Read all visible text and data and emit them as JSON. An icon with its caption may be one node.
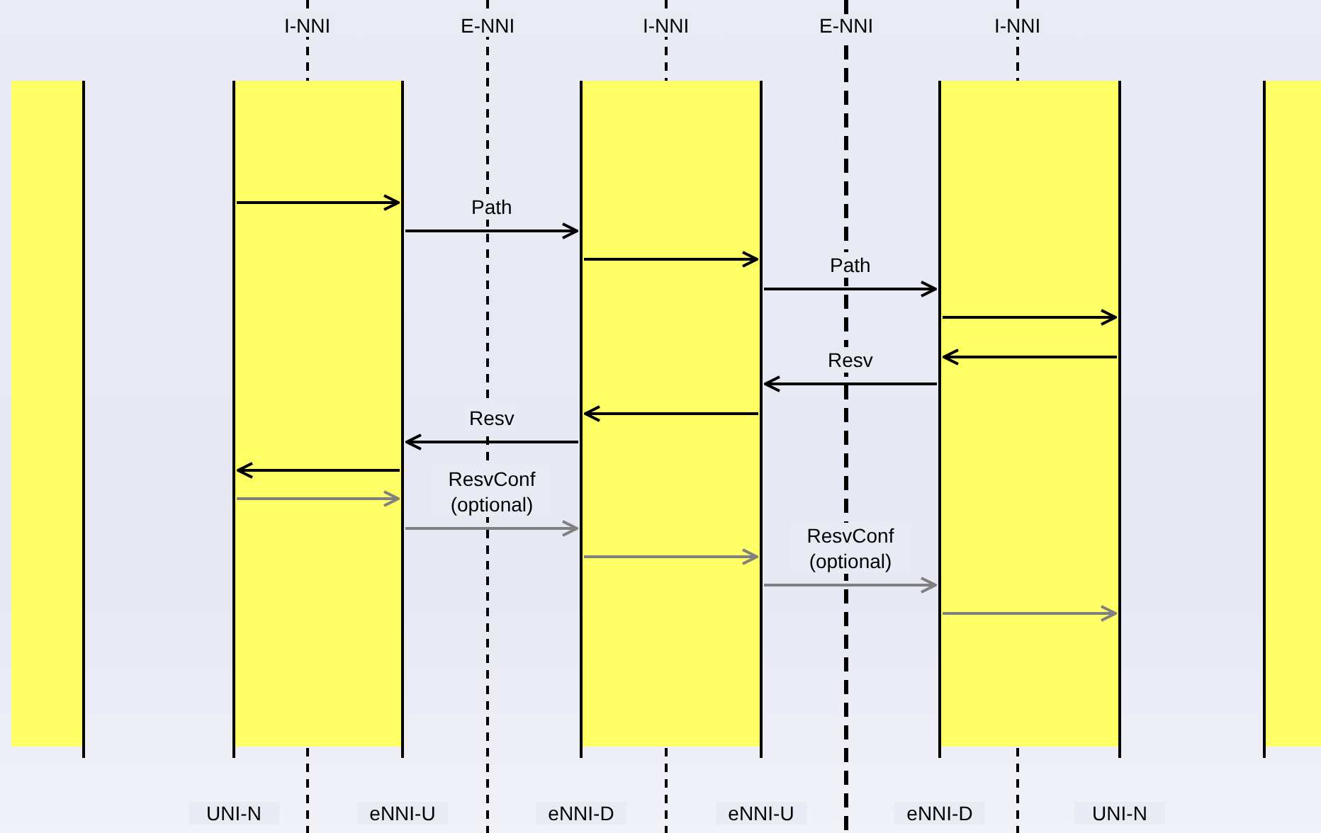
{
  "diagram": {
    "nodes": [
      {
        "text": [],
        "shape": "bar"
      },
      {
        "text": [
          "UNI-N"
        ]
      },
      {
        "text": [
          "eNNI-U"
        ]
      },
      {
        "text": [
          "eNNI-D"
        ]
      },
      {
        "text": [
          "eNNI-U"
        ]
      },
      {
        "text": [
          "eNNI-D"
        ]
      },
      {
        "text": [
          "UNI-N"
        ]
      },
      {
        "text": [],
        "shape": "bar"
      }
    ],
    "edges": [
      {
        "from": 1,
        "to": 2,
        "arrow": "to"
      },
      {
        "from": 2,
        "to": 3,
        "arrow": "to",
        "label": "Path"
      },
      {
        "from": 3,
        "to": 4,
        "arrow": "to"
      },
      {
        "from": 4,
        "to": 5,
        "arrow": "to",
        "label": "Path"
      },
      {
        "from": 5,
        "to": 6,
        "arrow": "to"
      },
      {
        "from": 6,
        "to": 5,
        "arrow": "to"
      },
      {
        "from": 5,
        "to": 4,
        "arrow": "to",
        "label": "Resv"
      },
      {
        "from": 4,
        "to": 3,
        "arrow": "to"
      },
      {
        "from": 3,
        "to": 2,
        "arrow": "to",
        "label": "Resv"
      },
      {
        "from": 2,
        "to": 1,
        "arrow": "to"
      },
      {
        "from": 1,
        "to": 2,
        "arrow": "to",
        "color": "#808080"
      },
      {
        "from": 2,
        "to": 3,
        "arrow": "to",
        "label": "ResvConf (optional)",
        "color": "#808080"
      },
      {
        "from": 3,
        "to": 4,
        "arrow": "to",
        "color": "#808080"
      },
      {
        "from": 4,
        "to": 5,
        "arrow": "to",
        "label": "ResvConf (optional)",
        "color": "#808080"
      },
      {
        "from": 5,
        "to": 6,
        "arrow": "to",
        "color": "#808080"
      }
    ],
    "labels": [
      "I-NNI",
      "E-NNI",
      "I-NNI",
      "E-NNI",
      "I-NNI"
    ]
  }
}
